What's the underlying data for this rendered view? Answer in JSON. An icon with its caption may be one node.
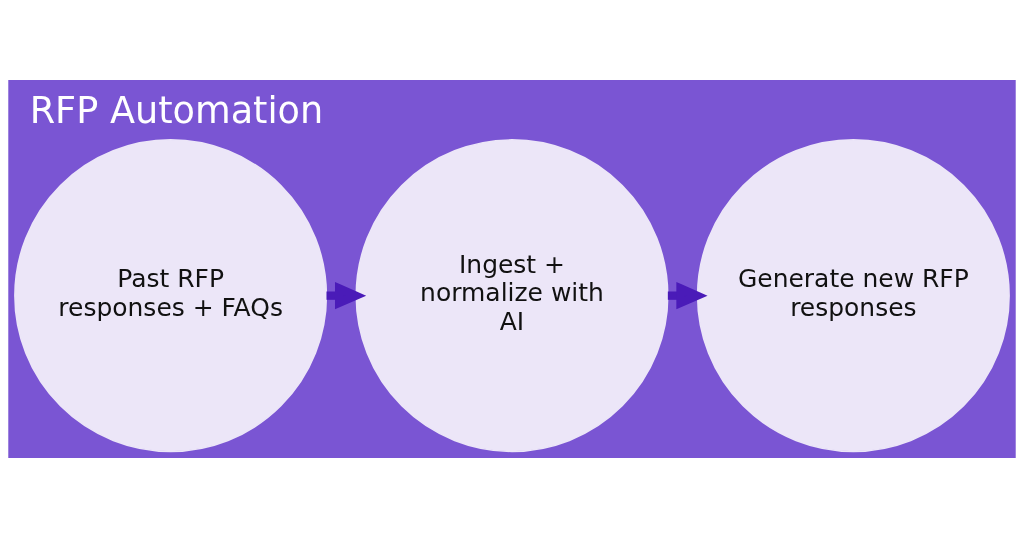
{
  "diagram": {
    "title": "RFP Automation",
    "nodes": [
      {
        "text": [
          "Past RFP responses + FAQs"
        ]
      },
      {
        "text": [
          "Ingest + normalize with AI"
        ]
      },
      {
        "text": [
          "Generate new RFP responses"
        ]
      }
    ],
    "edges": [
      {
        "from": 0,
        "to": 1,
        "arrow": "to"
      },
      {
        "from": 1,
        "to": 2,
        "arrow": "to"
      }
    ]
  }
}
